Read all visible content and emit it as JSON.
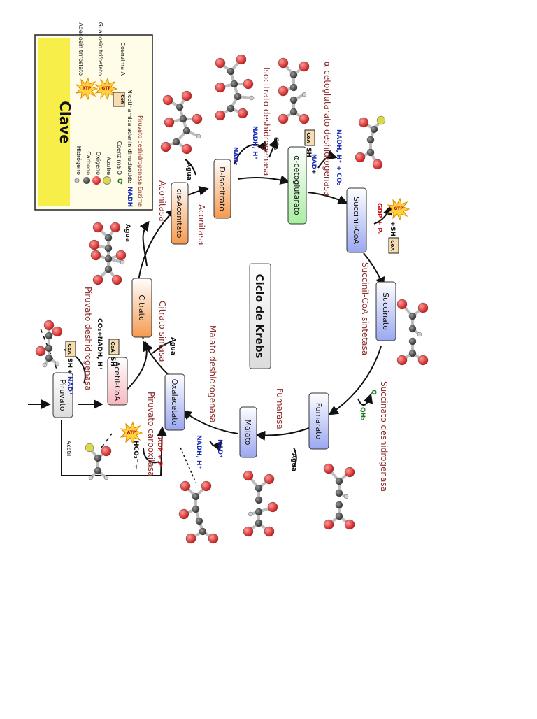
{
  "title": "Ciclo de Krebs",
  "legend": {
    "title": "Clave",
    "items": [
      {
        "label": "Hidrógeno"
      },
      {
        "label": "Carbono"
      },
      {
        "label": "Oxígeno"
      },
      {
        "label": "Azufre"
      },
      {
        "label": "Coenzima Q"
      },
      {
        "label": "Nicotinamida adenin dinucleótido",
        "abbr": "NADH"
      },
      {
        "label": "Piruvato deshidrogenasa Enzima"
      },
      {
        "label": "Adenosín trifosfato",
        "abbr": "ATP"
      },
      {
        "label": "Guanosín trifosfato",
        "abbr": "GTP"
      },
      {
        "label": "Coenzima A",
        "abbr": "CoA"
      }
    ],
    "q_letter": "Q"
  },
  "metabolites": {
    "piruvato": "Piruvato",
    "acetil_coa": "Acetil-CoA",
    "citrato": "Citrato",
    "cis_aconitato": "cis-Aconitato",
    "d_isocitrato": "D-Isocitrato",
    "a_cetoglutarato": "α-cetoglutarato",
    "succinil_coa": "Succinil-CoA",
    "succinato": "Succinato",
    "fumarato": "Fumarato",
    "malato": "Malato",
    "oxalacetato": "Oxalacetato"
  },
  "enzymes": {
    "piruvato_deshidrogenasa": "Piruvato deshidrogenasa",
    "piruvato_carboxilasa": "Piruvato carboxilasa",
    "citrato_sintasa": "Citrato sintasa",
    "aconitasa_1": "Aconitasa",
    "aconitasa_2": "Aconitasa",
    "isocitrato_deshidrogenasa": "Isocitrato deshidrogenasa",
    "a_cetoglutarato_deshidrogenasa": "α-cetoglutarato deshidrogenasa",
    "succinil_coa_sintetasa": "Succinil-CoA sintetasa",
    "succinato_deshidrogenasa": "Succinato deshidrogenasa",
    "fumarasa": "Fumarasa",
    "malato_deshidrogenasa": "Malato deshidrogenasa"
  },
  "cofactors": {
    "coa": "CoA",
    "sh": "SH",
    "plus": "+",
    "nad": "NAD⁺",
    "nadh_h": "NADH, H⁺",
    "co2": "CO₂",
    "co2_nadh_h": "CO₂+NADH, H⁺",
    "agua": "Agua",
    "acetil": "Acetil",
    "hco3": "HCO₃⁻ +",
    "adp_pi": "ADP + Pᵢ",
    "gdp_pi": "GDP + Pᵢ",
    "atp": "ATP",
    "gtp": "GTP",
    "q": "Q",
    "qh2": "QH₂",
    "nadh_h_co2": "NADH, H⁺ + CO₂",
    "s_atom": "S",
    "h_atom": "H",
    "c_atom": "C",
    "o_atom": "O"
  },
  "colors": {
    "orange": "#f59a4f",
    "green": "#a9eea1",
    "blue": "#9aa7ef",
    "grey": "#e6e6e6",
    "pink": "#f7b8bd",
    "legend_bg": "#f7ee4a",
    "enzyme_text": "#8b2a2a"
  }
}
